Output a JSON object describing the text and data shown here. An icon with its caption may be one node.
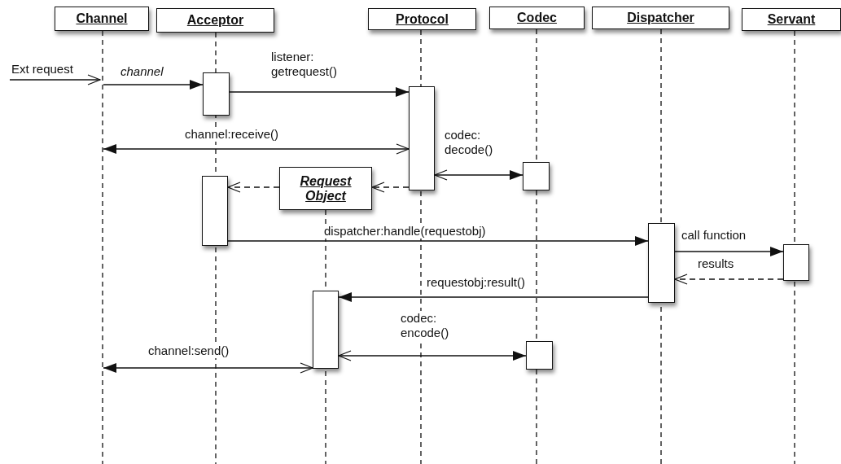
{
  "diagram": {
    "nodes": [
      {
        "text": [
          "Channel"
        ]
      },
      {
        "text": [
          "Acceptor"
        ]
      },
      {
        "text": [
          "Protocol"
        ]
      },
      {
        "text": [
          "Codec"
        ]
      },
      {
        "text": [
          "Dispatcher"
        ]
      },
      {
        "text": [
          "Servant"
        ]
      },
      {
        "text": [],
        "shape": "box"
      },
      {
        "text": [],
        "shape": "box"
      },
      {
        "text": [],
        "shape": "box"
      },
      {
        "text": [
          "Request Object"
        ]
      },
      {
        "text": [],
        "shape": "box"
      },
      {
        "text": [],
        "shape": "box"
      },
      {
        "text": [],
        "shape": "box"
      },
      {
        "text": [],
        "shape": "box"
      },
      {
        "text": [],
        "shape": "box"
      }
    ],
    "edges": [
      {
        "from": null,
        "to": 0,
        "arrow": "to",
        "label": "Ext request"
      },
      {
        "from": 0,
        "to": 6,
        "arrow": "to",
        "label": "channel"
      },
      {
        "from": 6,
        "to": 7,
        "arrow": "to",
        "label": "listener: getrequest()"
      },
      {
        "from": 0,
        "to": 7,
        "arrow": "both",
        "label": "channel:receive()"
      },
      {
        "from": 7,
        "to": 8,
        "arrow": "both",
        "label": "codec: decode()"
      },
      {
        "from": 7,
        "to": 9,
        "arrow": "to",
        "style": "dashed"
      },
      {
        "from": 9,
        "to": 10,
        "arrow": "to",
        "style": "dashed"
      },
      {
        "from": 10,
        "to": 11,
        "arrow": "to",
        "label": "dispatcher:handle(requestobj)"
      },
      {
        "from": 11,
        "to": 12,
        "arrow": "to",
        "label": "call function"
      },
      {
        "from": 12,
        "to": 11,
        "arrow": "to",
        "label": "results",
        "style": "dashed"
      },
      {
        "from": 11,
        "to": 13,
        "arrow": "to",
        "label": "requestobj:result()"
      },
      {
        "from": 13,
        "to": 14,
        "arrow": "both",
        "label": "codec: encode()"
      },
      {
        "from": 0,
        "to": 13,
        "arrow": "both",
        "label": "channel:send()"
      }
    ]
  }
}
